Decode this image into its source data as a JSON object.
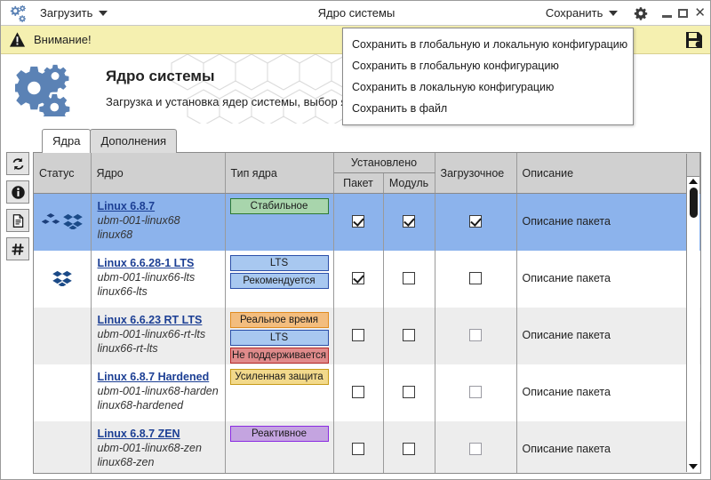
{
  "titlebar": {
    "logo_icon": "gears-icon",
    "load_menu_label": "Загрузить",
    "window_title": "Ядро системы",
    "save_menu_label": "Сохранить",
    "settings_icon": "gear-icon",
    "minimize_icon": "minimize-icon",
    "maximize_icon": "maximize-icon",
    "close_icon": "close-icon",
    "close_glyph": "✕"
  },
  "warning": {
    "icon": "warning-triangle-icon",
    "text": "Внимание!",
    "save_icon": "floppy-save-icon"
  },
  "hero": {
    "icon": "gears-icon",
    "title": "Ядро системы",
    "subtitle": "Загрузка и установка ядер системы, выбор ядра для загрузки по умолчанию"
  },
  "tabs": [
    {
      "label": "Ядра",
      "active": true
    },
    {
      "label": "Дополнения",
      "active": false
    }
  ],
  "rail": [
    {
      "icon": "refresh-icon"
    },
    {
      "icon": "info-icon"
    },
    {
      "icon": "document-icon"
    },
    {
      "icon": "hash-icon"
    }
  ],
  "save_menu": {
    "open": true,
    "items": [
      "Сохранить в глобальную и локальную конфигурацию",
      "Сохранить в глобальную конфигурацию",
      "Сохранить в локальную конфигурацию",
      "Сохранить в файл"
    ]
  },
  "table": {
    "headers": {
      "status": "Статус",
      "kernel": "Ядро",
      "type": "Тип ядра",
      "installed_group": "Установлено",
      "installed_package": "Пакет",
      "installed_module": "Модуль",
      "bootable": "Загрузочное",
      "description": "Описание"
    },
    "rows": [
      {
        "selected": true,
        "status_icons": [
          "package-cubes-icon",
          "box-diamond-icon"
        ],
        "name": "Linux 6.8.7",
        "pkg": "ubm-001-linux68",
        "slug": "linux68",
        "badges": [
          {
            "label": "Стабильное",
            "bg": "#a8d5ac",
            "border": "#2d7a33",
            "fg": "#1a1a1a"
          }
        ],
        "package": true,
        "module": true,
        "bootable": true,
        "bootable_dim": false,
        "description": "Описание пакета"
      },
      {
        "selected": false,
        "status_icons": [
          "box-diamond-icon"
        ],
        "name": "Linux 6.6.28-1 LTS",
        "pkg": "ubm-001-linux66-lts",
        "slug": "linux66-lts",
        "badges": [
          {
            "label": "LTS",
            "bg": "#a8c8f0",
            "border": "#2b4fa8",
            "fg": "#1a1a1a"
          },
          {
            "label": "Рекомендуется",
            "bg": "#a8c8f0",
            "border": "#2b4fa8",
            "fg": "#1a1a1a"
          }
        ],
        "package": true,
        "module": false,
        "bootable": false,
        "bootable_dim": false,
        "description": "Описание пакета"
      },
      {
        "selected": false,
        "status_icons": [],
        "name": "Linux 6.6.23 RT LTS",
        "pkg": "ubm-001-linux66-rt-lts",
        "slug": "linux66-rt-lts",
        "badges": [
          {
            "label": "Реальное время",
            "bg": "#f3bd7e",
            "border": "#e08c20",
            "fg": "#1a1a1a"
          },
          {
            "label": "LTS",
            "bg": "#a8c8f0",
            "border": "#2b4fa8",
            "fg": "#1a1a1a"
          },
          {
            "label": "Не поддерживается",
            "bg": "#e08b8b",
            "border": "#b62a2a",
            "fg": "#1a1a1a"
          }
        ],
        "package": false,
        "module": false,
        "bootable": false,
        "bootable_dim": true,
        "description": "Описание пакета"
      },
      {
        "selected": false,
        "status_icons": [],
        "name": "Linux 6.8.7 Hardened",
        "pkg": "ubm-001-linux68-hardened",
        "slug": "linux68-hardened",
        "badges": [
          {
            "label": "Усиленная защита",
            "bg": "#f2d98b",
            "border": "#c79a18",
            "fg": "#1a1a1a"
          }
        ],
        "package": false,
        "module": false,
        "bootable": false,
        "bootable_dim": true,
        "description": "Описание пакета"
      },
      {
        "selected": false,
        "status_icons": [],
        "name": "Linux 6.8.7 ZEN",
        "pkg": "ubm-001-linux68-zen",
        "slug": "linux68-zen",
        "badges": [
          {
            "label": "Реактивное",
            "bg": "#c4a4e0",
            "border": "#8a2be2",
            "fg": "#1a1a1a"
          }
        ],
        "package": false,
        "module": false,
        "bootable": false,
        "bootable_dim": true,
        "description": "Описание пакета"
      }
    ]
  },
  "colors": {
    "warning_bg": "#f5f0b0",
    "selection": "#8cb3ec",
    "header_bg": "#d0d0d0",
    "link": "#1c3f94",
    "brand": "#5b82b5"
  }
}
